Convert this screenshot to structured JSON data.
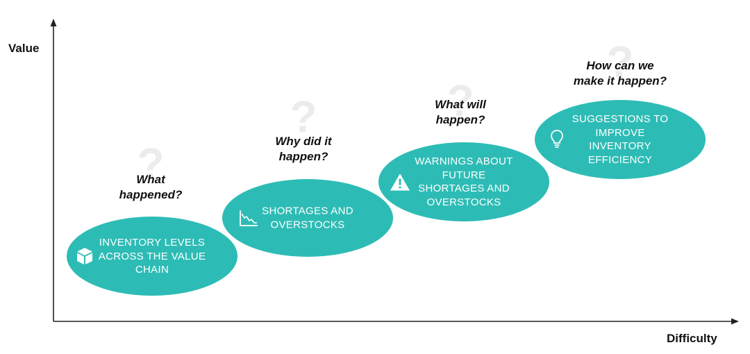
{
  "axes": {
    "y_label": "Value",
    "x_label": "Difficulty"
  },
  "colors": {
    "bubble": "#2dbcb5",
    "bubble_text": "#ffffff",
    "question_mark": "#ececec",
    "axis": "#222222"
  },
  "stages": [
    {
      "question": [
        "What",
        "happened?"
      ],
      "bubble_lines": [
        "INVENTORY LEVELS",
        "ACROSS THE VALUE",
        "CHAIN"
      ],
      "icon": "box-icon"
    },
    {
      "question": [
        "Why did it",
        "happen?"
      ],
      "bubble_lines": [
        "SHORTAGES AND",
        "OVERSTOCKS"
      ],
      "icon": "declining-chart-icon"
    },
    {
      "question": [
        "What will",
        "happen?"
      ],
      "bubble_lines": [
        "WARNINGS ABOUT",
        "FUTURE",
        "SHORTAGES AND",
        "OVERSTOCKS"
      ],
      "icon": "warning-icon"
    },
    {
      "question": [
        "How can we",
        "make it happen?"
      ],
      "bubble_lines": [
        "SUGGESTIONS TO",
        "IMPROVE",
        "INVENTORY",
        "EFFICIENCY"
      ],
      "icon": "lightbulb-icon"
    }
  ]
}
